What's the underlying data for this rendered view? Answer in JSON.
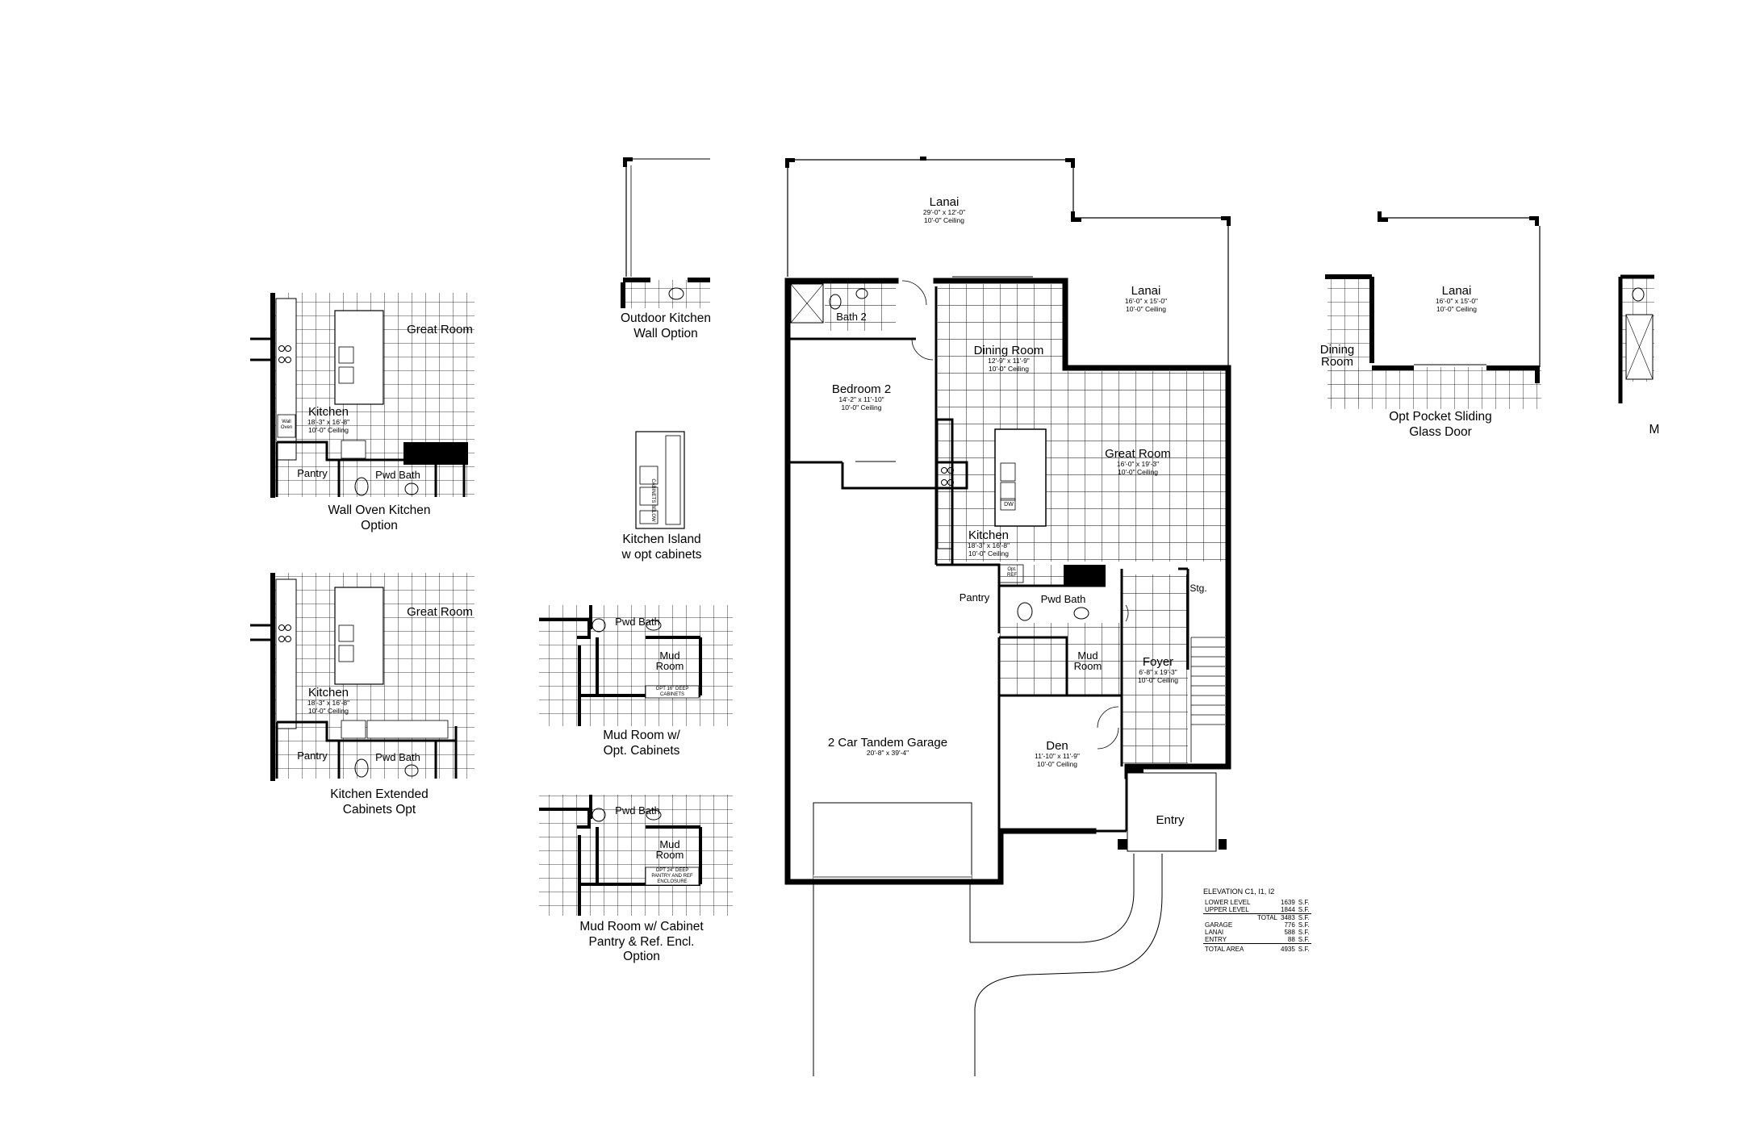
{
  "main_plan": {
    "lanai_top": {
      "name": "Lanai",
      "dims": "29'-0\" x 12'-0\"",
      "ceiling": "10'-0\" Ceiling"
    },
    "lanai_right": {
      "name": "Lanai",
      "dims": "16'-0\" x 15'-0\"",
      "ceiling": "10'-0\" Ceiling"
    },
    "bath2": {
      "name": "Bath 2"
    },
    "dining": {
      "name": "Dining Room",
      "dims": "12'-9\" x 11'-9\"",
      "ceiling": "10'-0\" Ceiling"
    },
    "bedroom2": {
      "name": "Bedroom 2",
      "dims": "14'-2\" x 11'-10\"",
      "ceiling": "10'-0\" Ceiling"
    },
    "great_room": {
      "name": "Great Room",
      "dims": "16'-0\" x 19'-3\"",
      "ceiling": "10'-0\" Ceiling"
    },
    "kitchen": {
      "name": "Kitchen",
      "dims": "18'-3\" x 16'-8\"",
      "ceiling": "10'-0\" Ceiling"
    },
    "pantry": {
      "name": "Pantry"
    },
    "pwd_bath": {
      "name": "Pwd Bath"
    },
    "stg": {
      "name": "Stg."
    },
    "mud_room": {
      "name": "Mud\nRoom"
    },
    "foyer": {
      "name": "Foyer",
      "dims": "6'-8\" x 19'-3\"",
      "ceiling": "10'-0\" Ceiling"
    },
    "garage": {
      "name": "2 Car Tandem Garage",
      "dims": "20'-8\" x 39'-4\""
    },
    "den": {
      "name": "Den",
      "dims": "11'-10\" x 11'-9\"",
      "ceiling": "10'-0\" Ceiling"
    },
    "entry": {
      "name": "Entry"
    },
    "dw": "DW",
    "opt_ref": "Opt.\nREF"
  },
  "options": {
    "wall_oven": {
      "caption": "Wall Oven Kitchen\nOption",
      "great_room": "Great Room",
      "kitchen": "Kitchen",
      "dims": "18'-3\" x 16'-8\"",
      "ceiling": "10'-0\" Ceiling",
      "pantry": "Pantry",
      "pwd_bath": "Pwd Bath",
      "wall_oven": "Wall\nOven"
    },
    "extended": {
      "caption": "Kitchen Extended\nCabinets Opt",
      "great_room": "Great Room",
      "kitchen": "Kitchen",
      "dims": "18'-3\" x 16'-8\"",
      "ceiling": "10'-0\" Ceiling",
      "pantry": "Pantry",
      "pwd_bath": "Pwd Bath"
    },
    "outdoor_kitchen": {
      "caption": "Outdoor Kitchen\nWall Option"
    },
    "kitchen_island": {
      "caption": "Kitchen Island\nw opt cabinets",
      "cabinets_below": "CABINETS BELOW"
    },
    "mud_room_cab": {
      "caption": "Mud Room w/\nOpt. Cabinets",
      "pwd_bath": "Pwd Bath",
      "mud_room": "Mud\nRoom",
      "note": "OPT 16\" DEEP\nCABINETS"
    },
    "mud_room_pantry": {
      "caption": "Mud Room w/ Cabinet\nPantry & Ref. Encl.\nOption",
      "pwd_bath": "Pwd Bath",
      "mud_room": "Mud\nRoom",
      "note": "OPT 24\" DEEP\nPANTRY AND REF\nENCLOSURE"
    },
    "pocket_door": {
      "caption": "Opt Pocket Sliding\nGlass Door",
      "lanai": "Lanai",
      "dims": "16'-0\" x 15'-0\"",
      "ceiling": "10'-0\" Ceiling",
      "dining": "Dining\nRoom"
    },
    "partial_letter": "M"
  },
  "area_table": {
    "title": "ELEVATION C1, I1, I2",
    "rows": [
      {
        "label": "LOWER LEVEL",
        "value": "1639",
        "unit": "S.F."
      },
      {
        "label": "UPPER LEVEL",
        "value": "1844",
        "unit": "S.F."
      },
      {
        "label": "TOTAL",
        "value": "3483",
        "unit": "S.F."
      },
      {
        "label": "GARAGE",
        "value": "776",
        "unit": "S.F."
      },
      {
        "label": "LANAI",
        "value": "588",
        "unit": "S.F."
      },
      {
        "label": "ENTRY",
        "value": "88",
        "unit": "S.F."
      },
      {
        "label": "TOTAL AREA",
        "value": "4935",
        "unit": "S.F."
      }
    ]
  }
}
